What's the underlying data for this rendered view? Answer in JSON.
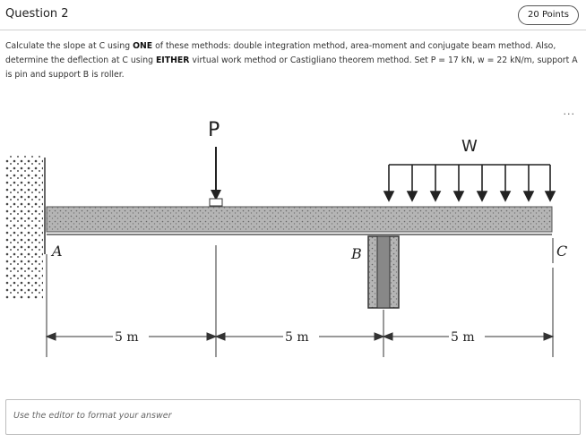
{
  "question": {
    "title": "Question 2",
    "points": "20 Points"
  },
  "prompt": {
    "part1": "Calculate the slope at C using ",
    "bold1": "ONE",
    "part2": " of these methods: double integration method, area-moment and conjugate beam method. Also, determine the deflection at C using ",
    "bold2": "EITHER",
    "part3": " virtual work method or Castigliano theorem method. Set P = 17 kN, w = 22 kN/m, support A is pin and support B is roller."
  },
  "figure": {
    "load_point": "P",
    "load_distributed": "W",
    "label_a": "A",
    "label_b": "B",
    "label_c": "C",
    "dim1": "5 m",
    "dim2": "5 m",
    "dim3": "5 m",
    "more": "..."
  },
  "editor": {
    "placeholder": "Use the editor to format your answer"
  },
  "colors": {
    "beam": "#9a9a9a",
    "ink": "#222222"
  }
}
